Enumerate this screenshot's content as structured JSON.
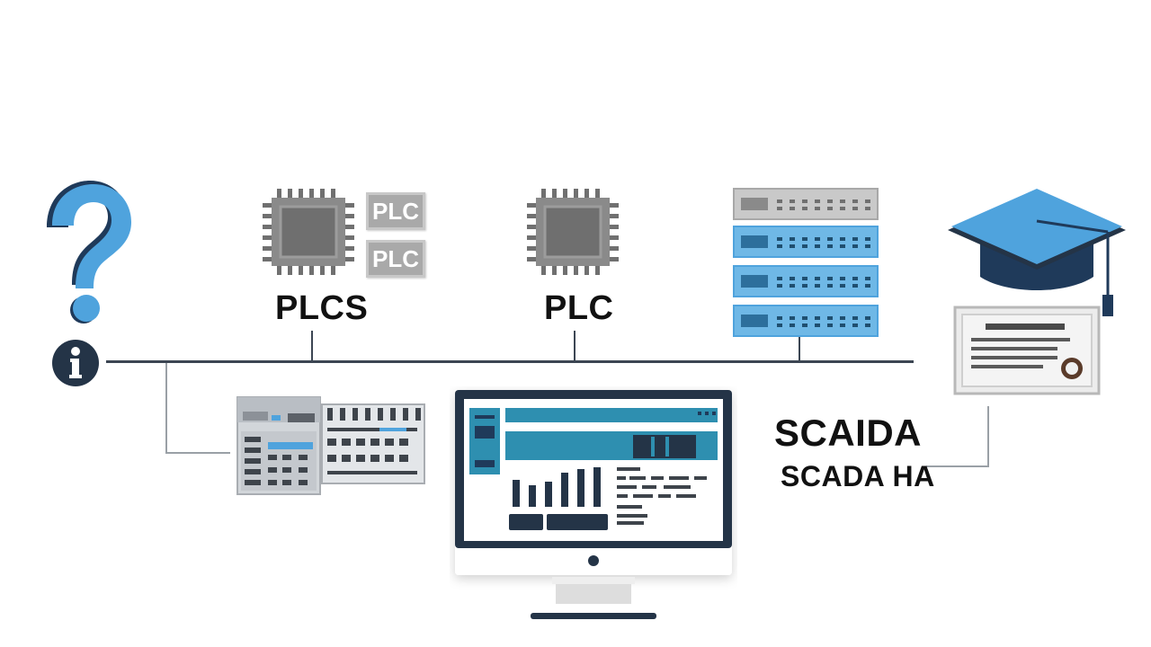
{
  "labels": {
    "plcs": "PLCS",
    "plc": "PLC",
    "badge_top": "PLC",
    "badge_bottom": "PLC",
    "scaida": "SCAIDA",
    "scada_ha": "SCADA HA"
  },
  "colors": {
    "accent_blue": "#4fa3dd",
    "dark_navy": "#243447",
    "line_gray": "#3c4653",
    "panel_gray": "#a9a9a9"
  },
  "icons": [
    "question-mark-icon",
    "info-icon",
    "microchip-icon",
    "server-rack-icon",
    "graduation-cap-icon",
    "certificate-icon",
    "industrial-controller-icon",
    "monitor-dashboard-icon"
  ]
}
